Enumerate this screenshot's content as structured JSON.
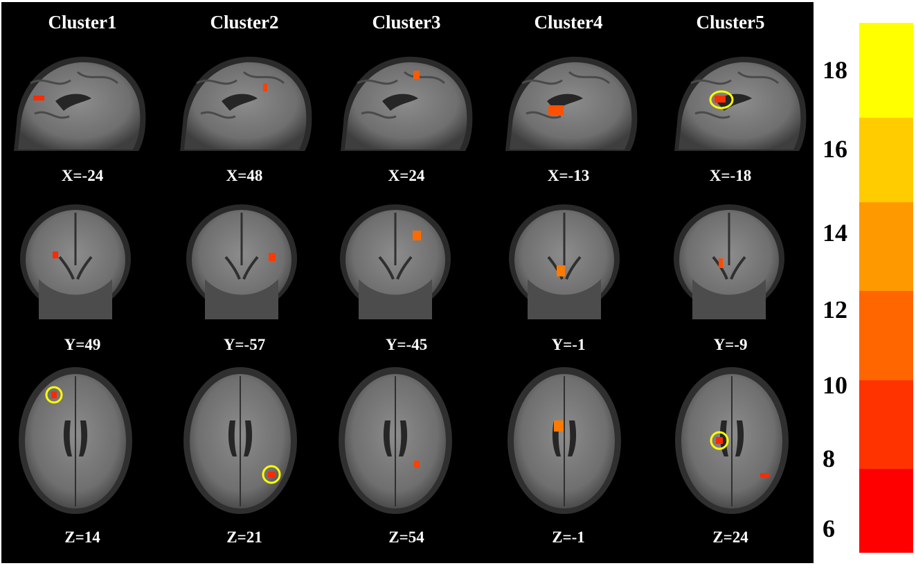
{
  "clusters": [
    {
      "title": "Cluster1",
      "x_label": "X=-24",
      "y_label": "Y=49",
      "z_label": "Z=14"
    },
    {
      "title": "Cluster2",
      "x_label": "X=48",
      "y_label": "Y=-57",
      "z_label": "Z=21"
    },
    {
      "title": "Cluster3",
      "x_label": "X=24",
      "y_label": "Y=-45",
      "z_label": "Z=54"
    },
    {
      "title": "Cluster4",
      "x_label": "X=-13",
      "y_label": "Y=-1",
      "z_label": "Z=-1"
    },
    {
      "title": "Cluster5",
      "x_label": "X=-18",
      "y_label": "Y=-9",
      "z_label": "Z=24"
    }
  ],
  "colorbar": {
    "ticks": [
      "18",
      "16",
      "14",
      "12",
      "10",
      "8",
      "6"
    ],
    "colors": [
      "#ffff00",
      "#ffcc00",
      "#ff9900",
      "#ff6600",
      "#ff3300",
      "#ff0000"
    ]
  },
  "highlight_color": "#ffff00"
}
